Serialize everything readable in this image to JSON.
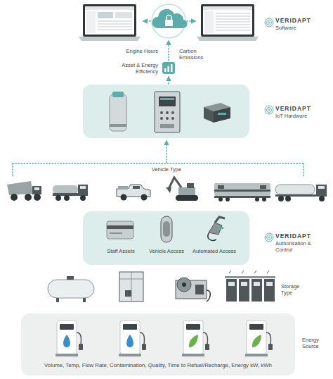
{
  "diagram": {
    "nodes": [
      {
        "text": [
          "VERIDAPT",
          "IoT Hardware"
        ]
      },
      {
        "text": [
          "Staff Assets",
          "Vehicle Access",
          "Automated Access",
          "VERIDAPT",
          "Authorisation & Control"
        ]
      },
      {
        "text": [
          "Energy Source",
          "Volume, Temp, Flow Rate, Contamination, Quality, Time to Refuel/Recharge, Energy kW, kWh"
        ]
      }
    ],
    "labels": [
      "VERIDAPT",
      "Software",
      "Engine Hours",
      "Carbon Emissions",
      "Asset & Energy Efficiency",
      "Vehicle Type",
      "Storage Type"
    ]
  }
}
